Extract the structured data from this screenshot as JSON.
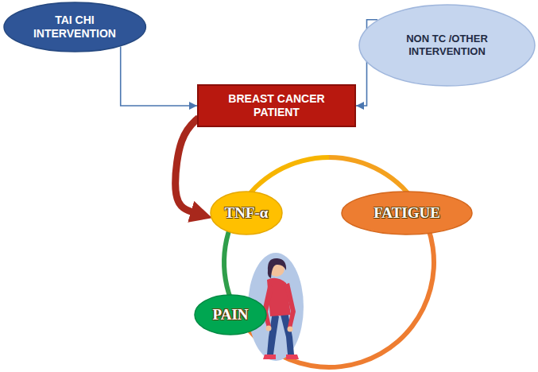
{
  "diagram": {
    "nodes": [
      {
        "text": [
          "TAI CHI INTERVENTION"
        ]
      },
      {
        "text": [
          "NON TC /OTHER INTERVENTION"
        ]
      },
      {
        "text": [
          "BREAST CANCER PATIENT"
        ]
      },
      {
        "text": [
          "TNF-α"
        ]
      },
      {
        "text": [
          "FATIGUE"
        ]
      },
      {
        "text": [
          "PAIN"
        ]
      }
    ],
    "edges": [
      {
        "from": 0,
        "to": 2,
        "arrow": "to"
      },
      {
        "from": 1,
        "to": 2,
        "arrow": "to"
      },
      {
        "from": 2,
        "to": 3,
        "arrow": "to"
      }
    ]
  }
}
